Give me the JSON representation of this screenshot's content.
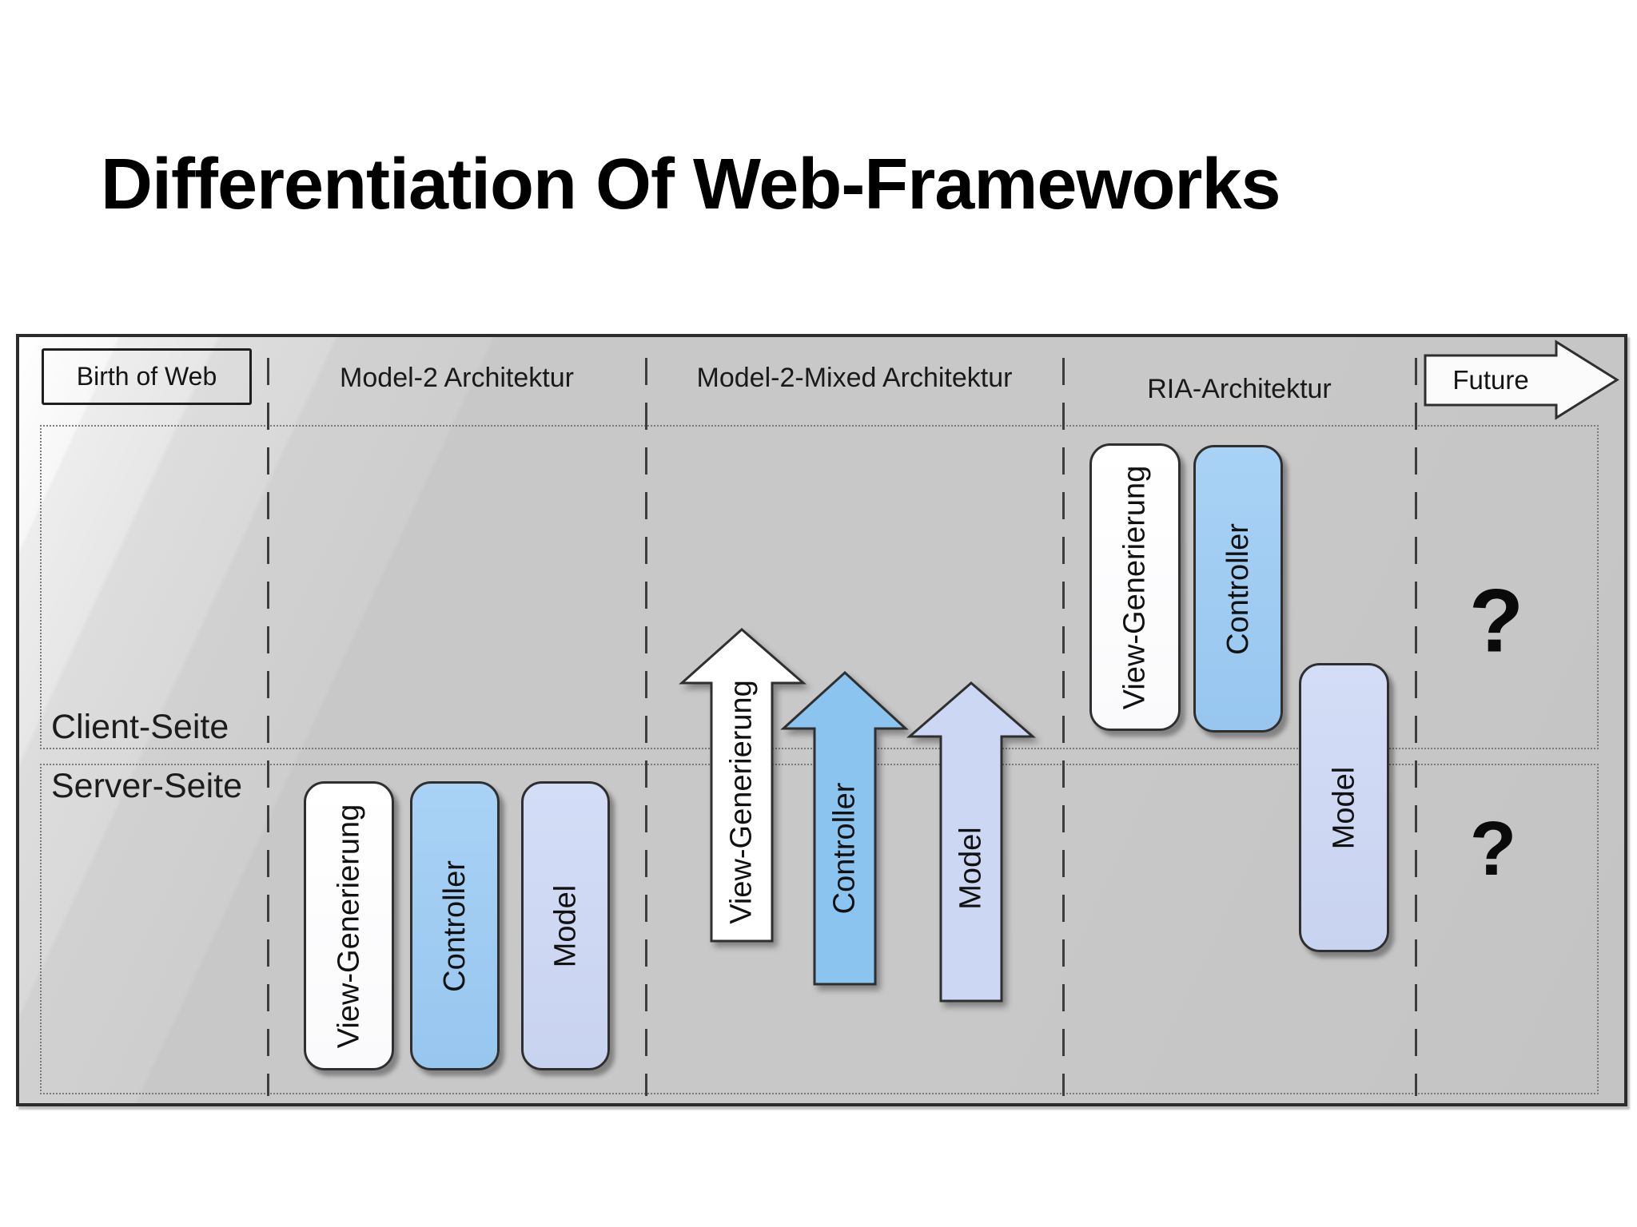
{
  "title": "Differentiation Of Web-Frameworks",
  "header": {
    "birth": "Birth of Web",
    "phase_model2": "Model-2 Architektur",
    "phase_mixed": "Model-2-Mixed Architektur",
    "phase_ria": "RIA-Architektur",
    "future": "Future"
  },
  "rows": {
    "client": "Client-Seite",
    "server": "Server-Seite"
  },
  "model2_boxes": {
    "view": "View-Generierung",
    "controller": "Controller",
    "model": "Model"
  },
  "mixed_arrows": {
    "view": "View-Generierung",
    "controller": "Controller",
    "model": "Model"
  },
  "ria_boxes": {
    "view": "View-Generierung",
    "controller": "Controller",
    "model": "Model"
  },
  "future_markers": {
    "client": "?",
    "server": "?"
  },
  "colors": {
    "view_fill": "#ffffff",
    "controller_fill": "#9ecdf3",
    "controller_arrow_fill": "#8ac4ef",
    "model_fill": "#cfd9f4",
    "model_arrow_fill": "#ccd7f3",
    "outline": "#2f2f2f",
    "background_gray": "#c8c8c8"
  }
}
